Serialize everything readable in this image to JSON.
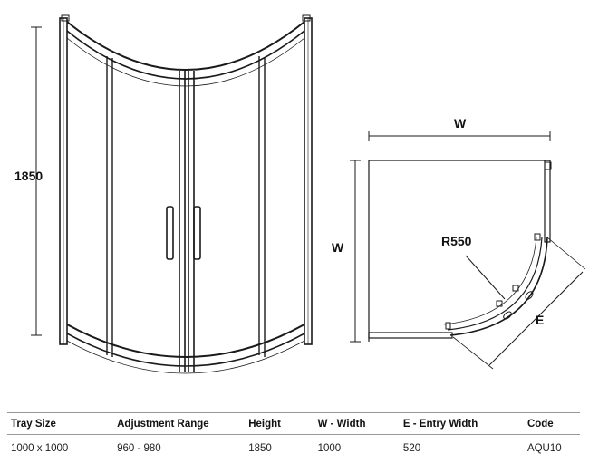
{
  "front_view": {
    "height_label": "1850"
  },
  "plan_view": {
    "width_label_top": "W",
    "width_label_side": "W",
    "radius_label": "R550",
    "entry_label": "E"
  },
  "spec_table": {
    "headers": [
      "Tray Size",
      "Adjustment Range",
      "Height",
      "W - Width",
      "E - Entry Width",
      "Code"
    ],
    "rows": [
      [
        "1000 x 1000",
        "960 - 980",
        "1850",
        "1000",
        "520",
        "AQU10"
      ]
    ]
  }
}
